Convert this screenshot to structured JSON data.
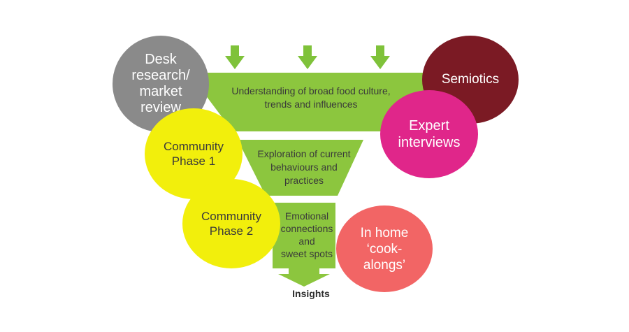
{
  "colors": {
    "funnel_green": "#8cc63e",
    "arrow_green": "#7fc23a",
    "desk": "#8a8a8a",
    "semiotics": "#7b1a24",
    "expert": "#e0268a",
    "community": "#f2ef0c",
    "inhome": "#f26565"
  },
  "funnel": {
    "stage1": "Understanding of broad food culture,\ntrends and influences",
    "stage2": "Exploration of current\nbehaviours and\npractices",
    "stage3": "Emotional\nconnections\nand\nsweet spots"
  },
  "circles": {
    "desk": "Desk\nresearch/\nmarket\nreview",
    "semiotics": "Semiotics",
    "expert": "Expert\ninterviews",
    "community1": "Community\nPhase  1",
    "community2": "Community\nPhase 2",
    "inhome": "In home\n‘cook-\nalongs’"
  },
  "output": "Insights"
}
